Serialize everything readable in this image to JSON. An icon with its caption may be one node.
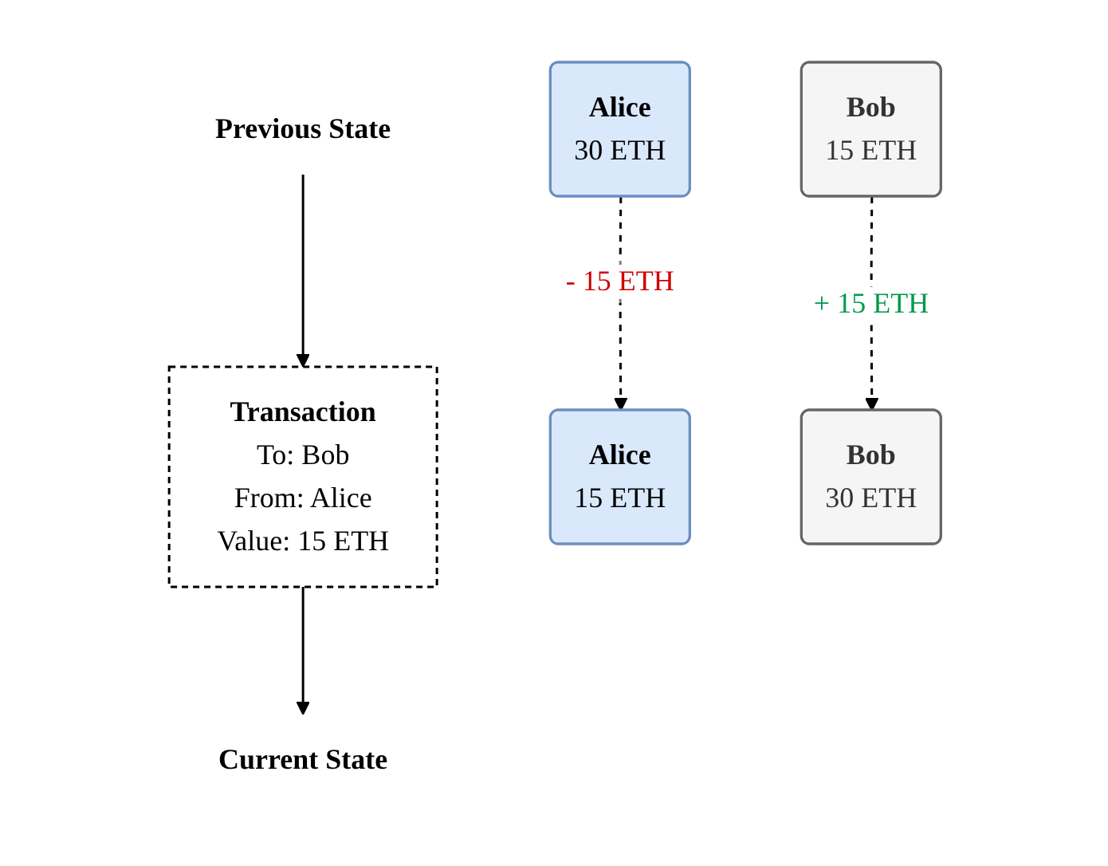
{
  "diagram": {
    "nodes": [
      {
        "text": [
          "Alice",
          "30 ETH"
        ]
      },
      {
        "text": [
          "Previous State"
        ]
      },
      {
        "text": [
          "Bob",
          "15 ETH"
        ]
      },
      {
        "text": [
          "Transaction",
          "To: Bob",
          "From: Alice",
          "Value: 15 ETH"
        ]
      },
      {
        "text": [
          "Alice",
          "15 ETH"
        ]
      },
      {
        "text": [
          "Current State"
        ]
      },
      {
        "text": [
          "Bob",
          "30 ETH"
        ]
      }
    ],
    "edges": [
      {
        "from": 0,
        "to": 4,
        "arrow": "to",
        "label": "- 15 ETH",
        "style": "dashed"
      },
      {
        "from": 1,
        "to": 3,
        "arrow": "to"
      },
      {
        "from": 3,
        "to": 5,
        "arrow": "to"
      },
      {
        "from": 2,
        "to": 6,
        "arrow": "to",
        "label": "+ 15 ETH",
        "style": "dashed"
      }
    ]
  }
}
